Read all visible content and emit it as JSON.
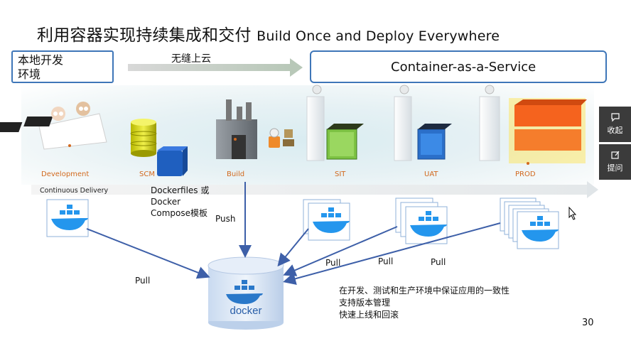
{
  "title": {
    "cn": "利用容器实现持续集成和交付",
    "en": "Build Once and Deploy Everywhere"
  },
  "local": {
    "label_line1": "本地开发",
    "label_line2": "环境",
    "logo": "docker"
  },
  "transition": {
    "label": "无缝上云"
  },
  "caas": {
    "label": "Container-as-a-Service"
  },
  "stages": [
    "Development",
    "SCM",
    "Build",
    "SIT",
    "UAT",
    "PROD"
  ],
  "continuous_delivery": "Continuous Delivery",
  "dockerfiles_note": {
    "line1": "Dockerfiles 或",
    "line2": "Docker",
    "line3": "Compose模板"
  },
  "labels": {
    "push": "Push",
    "pull": "Pull"
  },
  "registry": {
    "logo": "docker"
  },
  "bullets": [
    "在开发、测试和生产环境中保证应用的一致性",
    "支持版本管理",
    "快速上线和回滚"
  ],
  "page_number": "30",
  "side_buttons": {
    "collapse": "收起",
    "ask": "提问"
  }
}
